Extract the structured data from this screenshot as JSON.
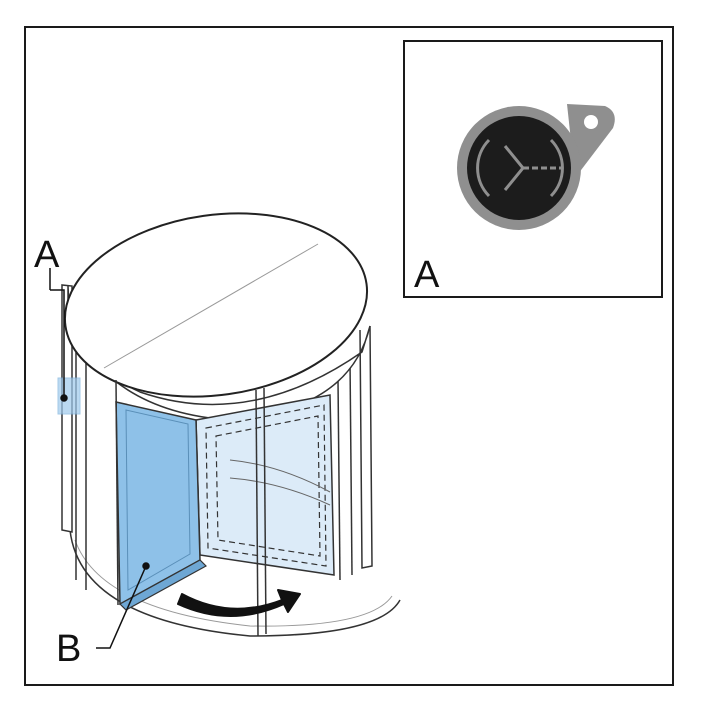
{
  "labels": {
    "a_main": "A",
    "a_inset": "A",
    "b": "B"
  },
  "icons": {
    "key_fob": "key-fob-icon",
    "rotation_arrow": "curved-arrow-icon"
  },
  "colors": {
    "door_glass_highlight": "#8ec1e8",
    "door_glass_light": "#dcebf8",
    "key_fob_body": "#8f8f8f",
    "key_fob_face": "#1c1c1c",
    "line": "#1a1a1a"
  }
}
